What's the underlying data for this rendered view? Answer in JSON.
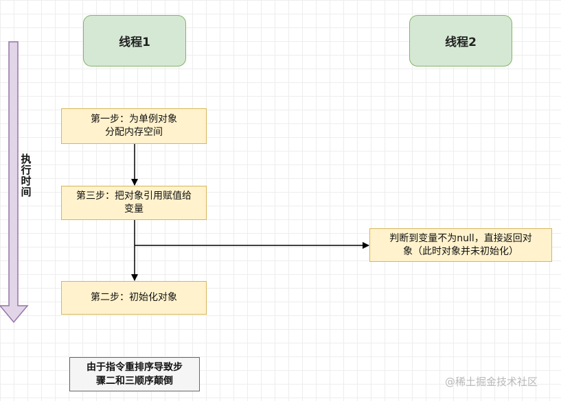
{
  "threads": {
    "thread1": "线程1",
    "thread2": "线程2"
  },
  "timeline": {
    "label": "执行时间"
  },
  "steps": {
    "step1_line1": "第一步：为单例对象",
    "step1_line2": "分配内存空间",
    "step3_line1": "第三步：把对象引用赋值给",
    "step3_line2": "变量",
    "step2": "第二步：初始化对象",
    "thread2_line1": "判断到变量不为null，直接返回对",
    "thread2_line2": "象（此时对象并未初始化）"
  },
  "caption": {
    "line1": "由于指令重排序导致步",
    "line2": "骤二和三顺序颠倒"
  },
  "watermark": "@稀土掘金技术社区",
  "colors": {
    "thread_fill": "#d5e8d4",
    "thread_border": "#82b366",
    "step_fill": "#fff2cc",
    "step_border": "#d6b656",
    "timeline_fill": "#e1d5e7",
    "timeline_border": "#9673a6",
    "caption_fill": "#f5f5f5",
    "caption_border": "#666666"
  }
}
